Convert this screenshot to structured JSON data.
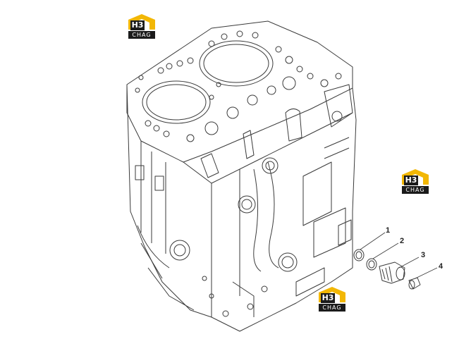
{
  "watermark": {
    "mark_text": "H3",
    "brand_text": "CHAG",
    "accent_color": "#f2b705",
    "dark_color": "#1b1b1b"
  },
  "callouts": {
    "c1": "1",
    "c2": "2",
    "c3": "3",
    "c4": "4"
  },
  "colors": {
    "line": "#3a3a3a",
    "background": "#ffffff"
  }
}
